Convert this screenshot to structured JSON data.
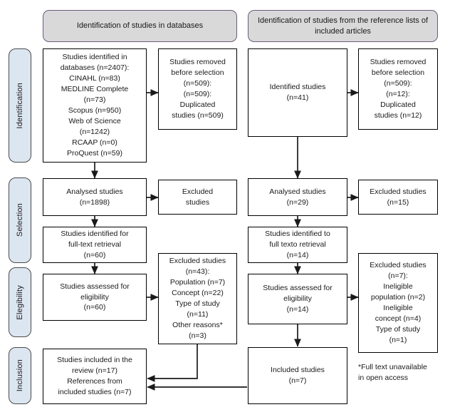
{
  "diagram": {
    "title": "PRISMA flow diagram",
    "colors": {
      "banner_fill": "#d9d9d9",
      "banner_border": "#6b5b7b",
      "stage_fill": "#dce6f1",
      "stage_border": "#4a4a4a",
      "box_border": "#000000",
      "box_fill": "#ffffff",
      "arrow": "#1a1a1a",
      "text": "#1a1a1a",
      "background": "#ffffff"
    }
  },
  "banners": [
    {
      "id": "banner-databases",
      "label": "Identification of studies in databases"
    },
    {
      "id": "banner-references",
      "label": "Identification of studies from the reference lists of included articles"
    }
  ],
  "stages": [
    {
      "id": "stage-identification",
      "label": "Identification"
    },
    {
      "id": "stage-selection",
      "label": "Selection"
    },
    {
      "id": "stage-eligibility",
      "label": "Elegibility"
    },
    {
      "id": "stage-inclusion",
      "label": "Inclusion"
    }
  ],
  "boxes": {
    "db_identified": {
      "name": "box-studies-identified-databases",
      "text": "Studies identified in\ndatabases (n=2407):\nCINAHL (n=83)\nMEDLINE Complete\n(n=73)\nScopus (n=950)\nWeb of Science\n(n=1242)\nRCAAP (n=0)\nProQuest (n=59)"
    },
    "db_removed": {
      "name": "box-studies-removed-databases",
      "text": "Studies removed\nbefore selection\n(n=509):\n(n=509):\nDuplicated\nstudies (n=509)"
    },
    "db_analysed": {
      "name": "box-analysed-studies-databases",
      "text": "Analysed studies\n(n=1898)"
    },
    "db_excluded_selection": {
      "name": "box-excluded-studies-selection-databases",
      "text": "Excluded\nstudies"
    },
    "db_fulltext": {
      "name": "box-full-text-retrieval-databases",
      "text": "Studies identified for\nfull-text retrieval\n(n=60)"
    },
    "db_assessed": {
      "name": "box-assessed-eligibility-databases",
      "text": "Studies assessed for\neligibility\n(n=60)"
    },
    "db_excluded_eligibility": {
      "name": "box-excluded-studies-eligibility-databases",
      "text": "Excluded studies\n(n=43):\nPopulation (n=7)\nConcept (n=22)\nType of study\n(n=11)\nOther reasons*\n(n=3)"
    },
    "included_review": {
      "name": "box-studies-included-review",
      "text": "Studies included in the\nreview (n=17)\nReferences from\nincluded studies (n=7)"
    },
    "ref_identified": {
      "name": "box-identified-studies-references",
      "text": "Identified studies\n(n=41)"
    },
    "ref_removed": {
      "name": "box-studies-removed-references",
      "text": "Studies removed\nbefore selection\n(n=509):\n(n=12):\nDuplicated\nstudies (n=12)"
    },
    "ref_analysed": {
      "name": "box-analysed-studies-references",
      "text": "Analysed studies\n(n=29)"
    },
    "ref_excluded_selection": {
      "name": "box-excluded-studies-selection-references",
      "text": "Excluded studies\n(n=15)"
    },
    "ref_fulltext": {
      "name": "box-full-text-retrieval-references",
      "text": "Studies identified to\nfull texto retrieval\n(n=14)"
    },
    "ref_assessed": {
      "name": "box-assessed-eligibility-references",
      "text": "Studies assessed for\neligibility\n(n=14)"
    },
    "ref_excluded_eligibility": {
      "name": "box-excluded-studies-eligibility-references",
      "text": "Excluded studies\n(n=7):\nIneligible\npopulation (n=2)\nIneligible\nconcept (n=4)\nType of study\n(n=1)"
    },
    "ref_included": {
      "name": "box-included-studies-references",
      "text": "Included studies\n(n=7)"
    }
  },
  "footnote": {
    "name": "footnote-full-text-unavailable",
    "text": "*Full text unavailable\nin open access"
  }
}
